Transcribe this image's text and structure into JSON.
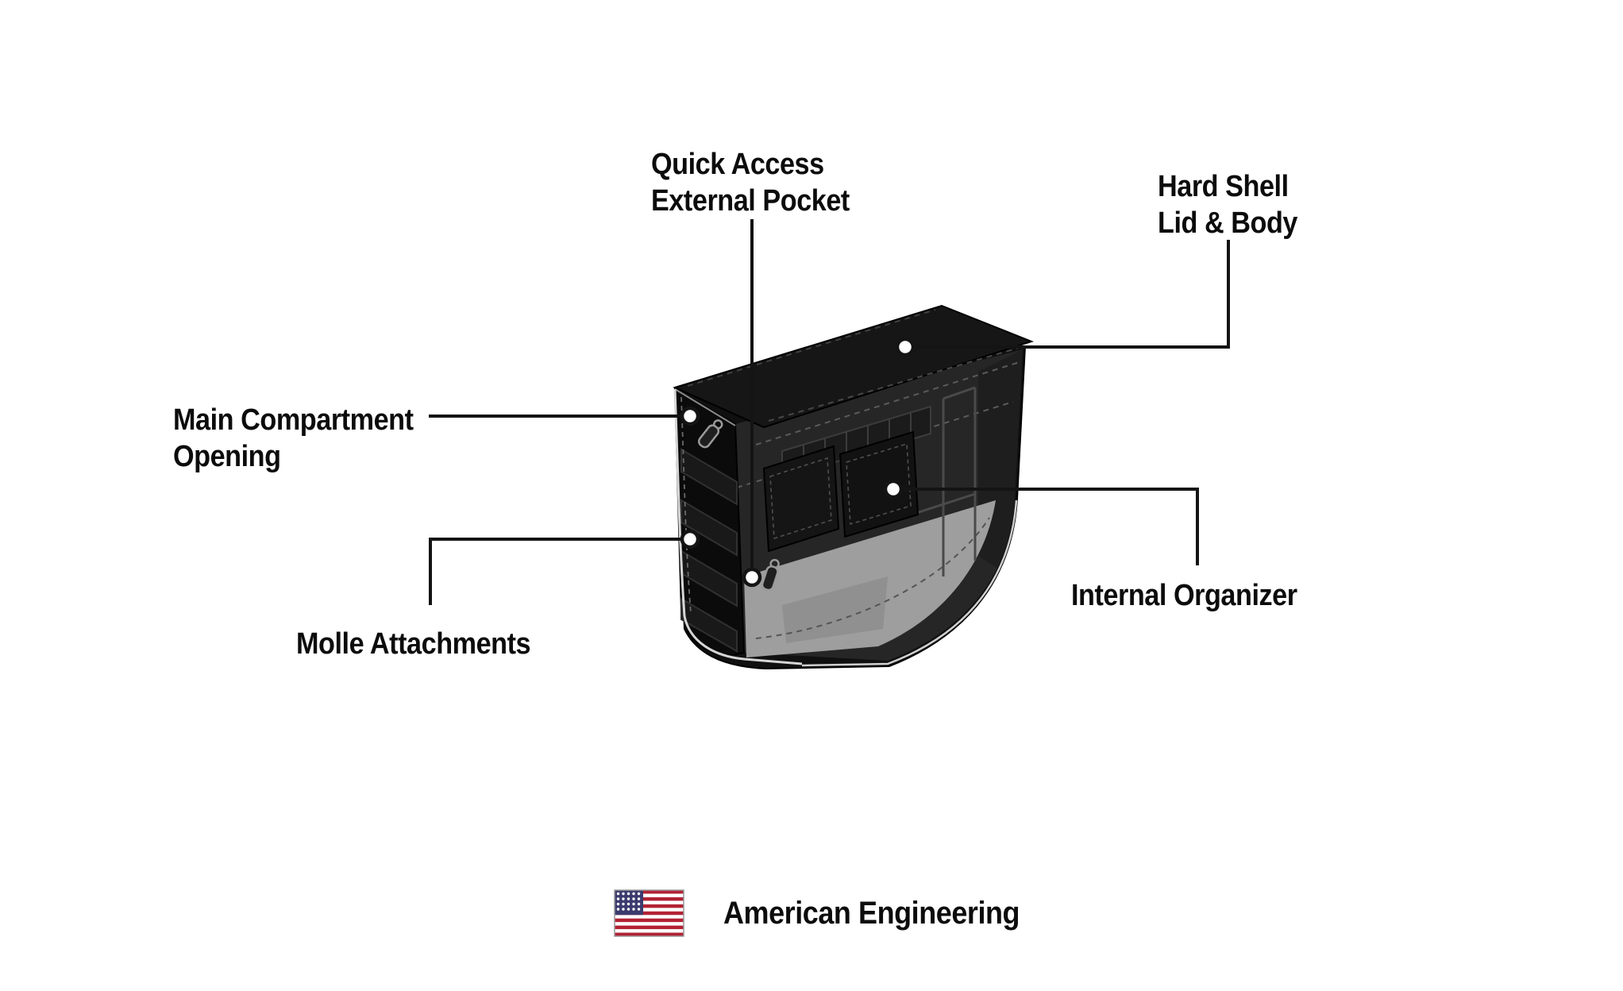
{
  "page": {
    "background": "#ffffff"
  },
  "bag": {
    "type": "hard-shell-saddlebag-cutaway",
    "colors": {
      "shell": "#101010",
      "lid": "#161616",
      "left_face": "#0b0b0b",
      "interior": "#262626",
      "floor_gray": "#9e9e9e",
      "piping": "#d6d6d6"
    }
  },
  "callouts": {
    "quick_access": {
      "line1": "Quick Access",
      "line2": "External Pocket"
    },
    "hard_shell": {
      "line1": "Hard Shell",
      "line2": "Lid & Body"
    },
    "main_compartment": {
      "line1": "Main Compartment",
      "line2": "Opening"
    },
    "molle": {
      "line1": "Molle Attachments"
    },
    "internal_organizer": {
      "line1": "Internal Organizer"
    }
  },
  "footer": {
    "flag_icon": "us-flag-icon",
    "text": "American Engineering"
  },
  "style": {
    "callout_line_color": "#141414",
    "flag_red": "#B22234",
    "flag_blue": "#3C3B6E"
  }
}
